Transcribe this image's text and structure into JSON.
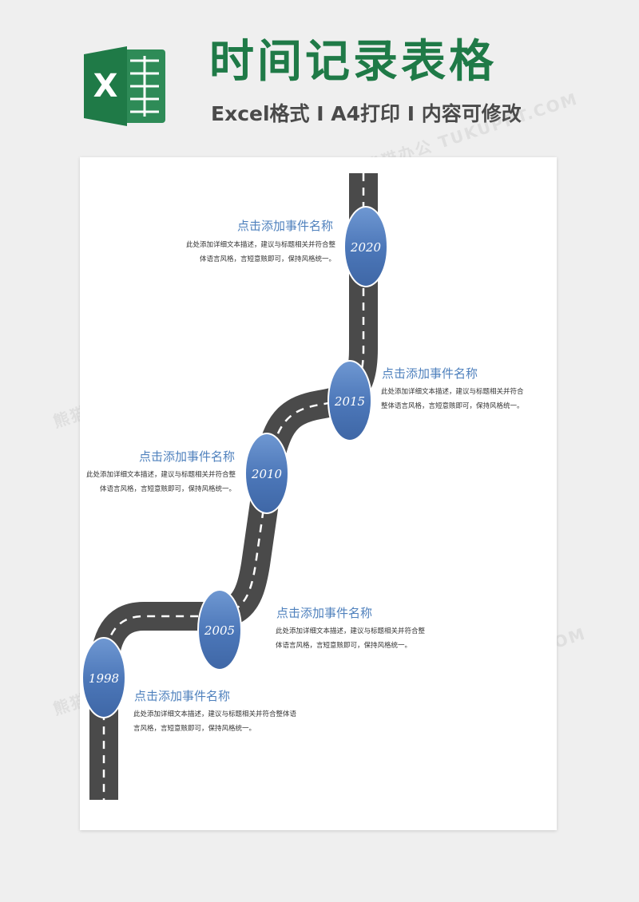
{
  "header": {
    "logo_letter": "X",
    "title": "时间记录表格",
    "subtitle": "Excel格式 I A4打印 I 内容可修改"
  },
  "colors": {
    "brand_green": "#1f7a47",
    "accent_blue": "#4f81bd",
    "road": "#4a4a4a",
    "marker": "#4b76b8"
  },
  "timeline": {
    "events": [
      {
        "year": "2020",
        "title": "点击添加事件名称",
        "desc": "此处添加详细文本描述，建议与标题相关并符合整\n体语言风格，言短意赅即可，保持风格统一。"
      },
      {
        "year": "2015",
        "title": "点击添加事件名称",
        "desc": "此处添加详细文本描述，建议与标题相关并符合\n整体语言风格，言短意赅即可，保持风格统一。"
      },
      {
        "year": "2010",
        "title": "点击添加事件名称",
        "desc": "此处添加详细文本描述，建议与标题相关并符合整\n体语言风格，言短意赅即可，保持风格统一。"
      },
      {
        "year": "2005",
        "title": "点击添加事件名称",
        "desc": "此处添加详细文本描述，建议与标题相关并符合整\n体语言风格，言短意赅即可，保持风格统一。"
      },
      {
        "year": "1998",
        "title": "点击添加事件名称",
        "desc": "此处添加详细文本描述，建议与标题相关并符合整体语\n言风格，言短意赅即可，保持风格统一。"
      }
    ]
  },
  "watermark": "熊猫办公 TUKUPPT.COM"
}
